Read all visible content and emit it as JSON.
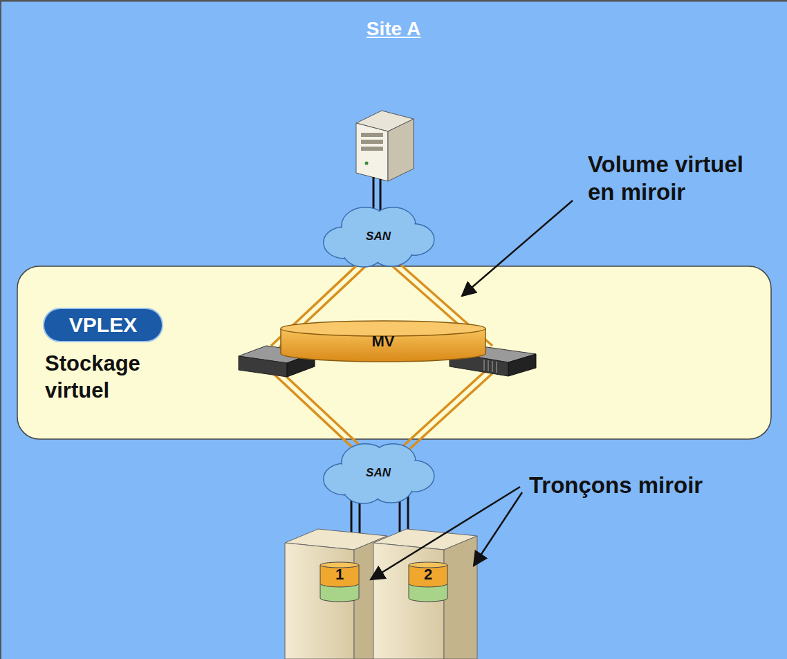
{
  "diagram": {
    "title": "Site A",
    "nodes": [
      {
        "text": [
          "SAN"
        ]
      },
      {
        "text": [
          "Stockage virtuel"
        ]
      },
      {
        "text": [
          "VPLEX"
        ],
        "in": 1
      },
      {
        "text": [
          "MV"
        ],
        "in": 1
      },
      {
        "text": [
          "SAN"
        ]
      },
      {
        "text": [
          "1"
        ]
      },
      {
        "text": [
          "2"
        ]
      }
    ],
    "labels": [
      "Volume virtuel en miroir",
      "Tronçons miroir"
    ]
  }
}
